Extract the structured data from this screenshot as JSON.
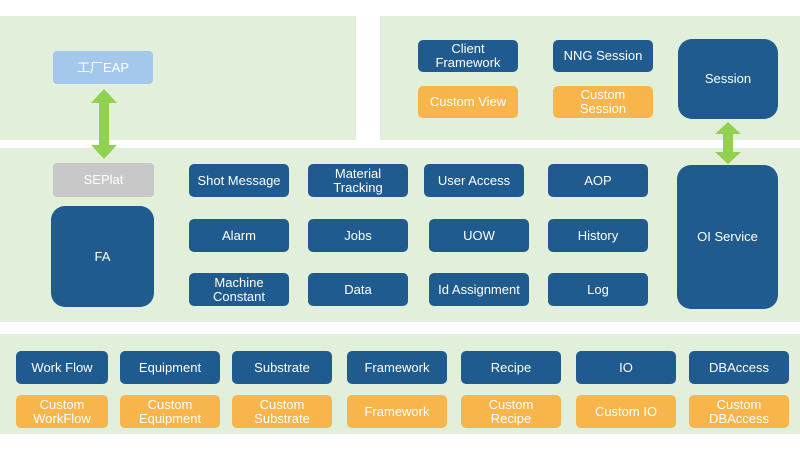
{
  "colors": {
    "panel_bg": "#e2efda",
    "module_blue": "#1f5b8e",
    "custom_orange": "#f8b54c",
    "eap_lightblue": "#a4c8ec",
    "seplat_gray": "#c8c8c8",
    "arrow_green": "#92d050"
  },
  "top_left": {
    "eap_label": "工厂EAP"
  },
  "top_right": {
    "client_framework": "Client\nFramework",
    "nng_session": "NNG Session",
    "custom_view": "Custom View",
    "custom_session": "Custom\nSession",
    "session": "Session"
  },
  "middle": {
    "seplat": "SEPlat",
    "fa": "FA",
    "oi_service": "OI Service",
    "modules": [
      "Shot Message",
      "Material\nTracking",
      "User Access",
      "AOP",
      "Alarm",
      "Jobs",
      "UOW",
      "History",
      "Machine\nConstant",
      "Data",
      "Id Assignment",
      "Log"
    ]
  },
  "bottom": {
    "modules": [
      "Work Flow",
      "Equipment",
      "Substrate",
      "Framework",
      "Recipe",
      "IO",
      "DBAccess"
    ],
    "customs": [
      "Custom\nWorkFlow",
      "Custom\nEquipment",
      "Custom\nSubstrate",
      "Framework",
      "Custom\nRecipe",
      "Custom IO",
      "Custom\nDBAccess"
    ]
  }
}
